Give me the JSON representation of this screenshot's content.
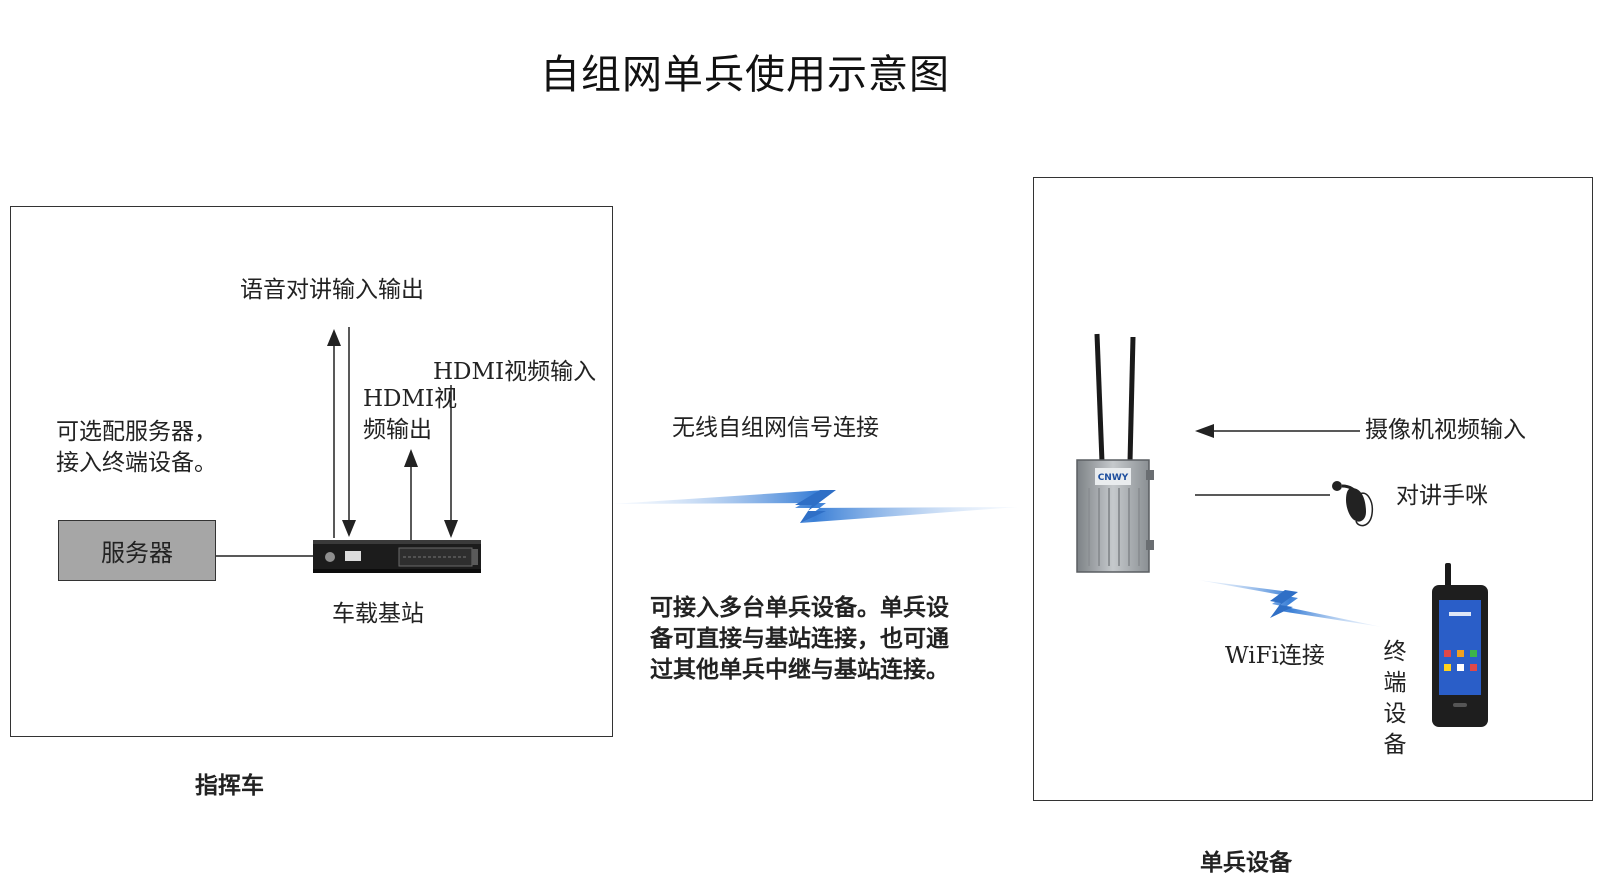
{
  "title": "自组网单兵使用示意图",
  "left_panel": {
    "caption": "指挥车",
    "voice_label": "语音对讲输入输出",
    "hdmi_in_label": "HDMI视频输入",
    "hdmi_out_label": "HDMI视\n频输出",
    "server_note": "可选配服务器，\n接入终端设备。",
    "server_label": "服务器",
    "base_station_label": "车载基站"
  },
  "middle": {
    "wireless_label": "无线自组网信号连接",
    "note": "可接入多台单兵设备。单兵设\n备可直接与基站连接，也可通\n过其他单兵中继与基站连接。"
  },
  "right_panel": {
    "caption": "单兵设备",
    "camera_label": "摄像机视频输入",
    "mic_label": "对讲手咪",
    "wifi_label": "WiFi连接",
    "terminal_label": "终端设备",
    "device_brand": "CNWY"
  },
  "colors": {
    "box_border": "#333333",
    "server_fill": "#a6a6a6",
    "signal": "#3a7fd6"
  }
}
